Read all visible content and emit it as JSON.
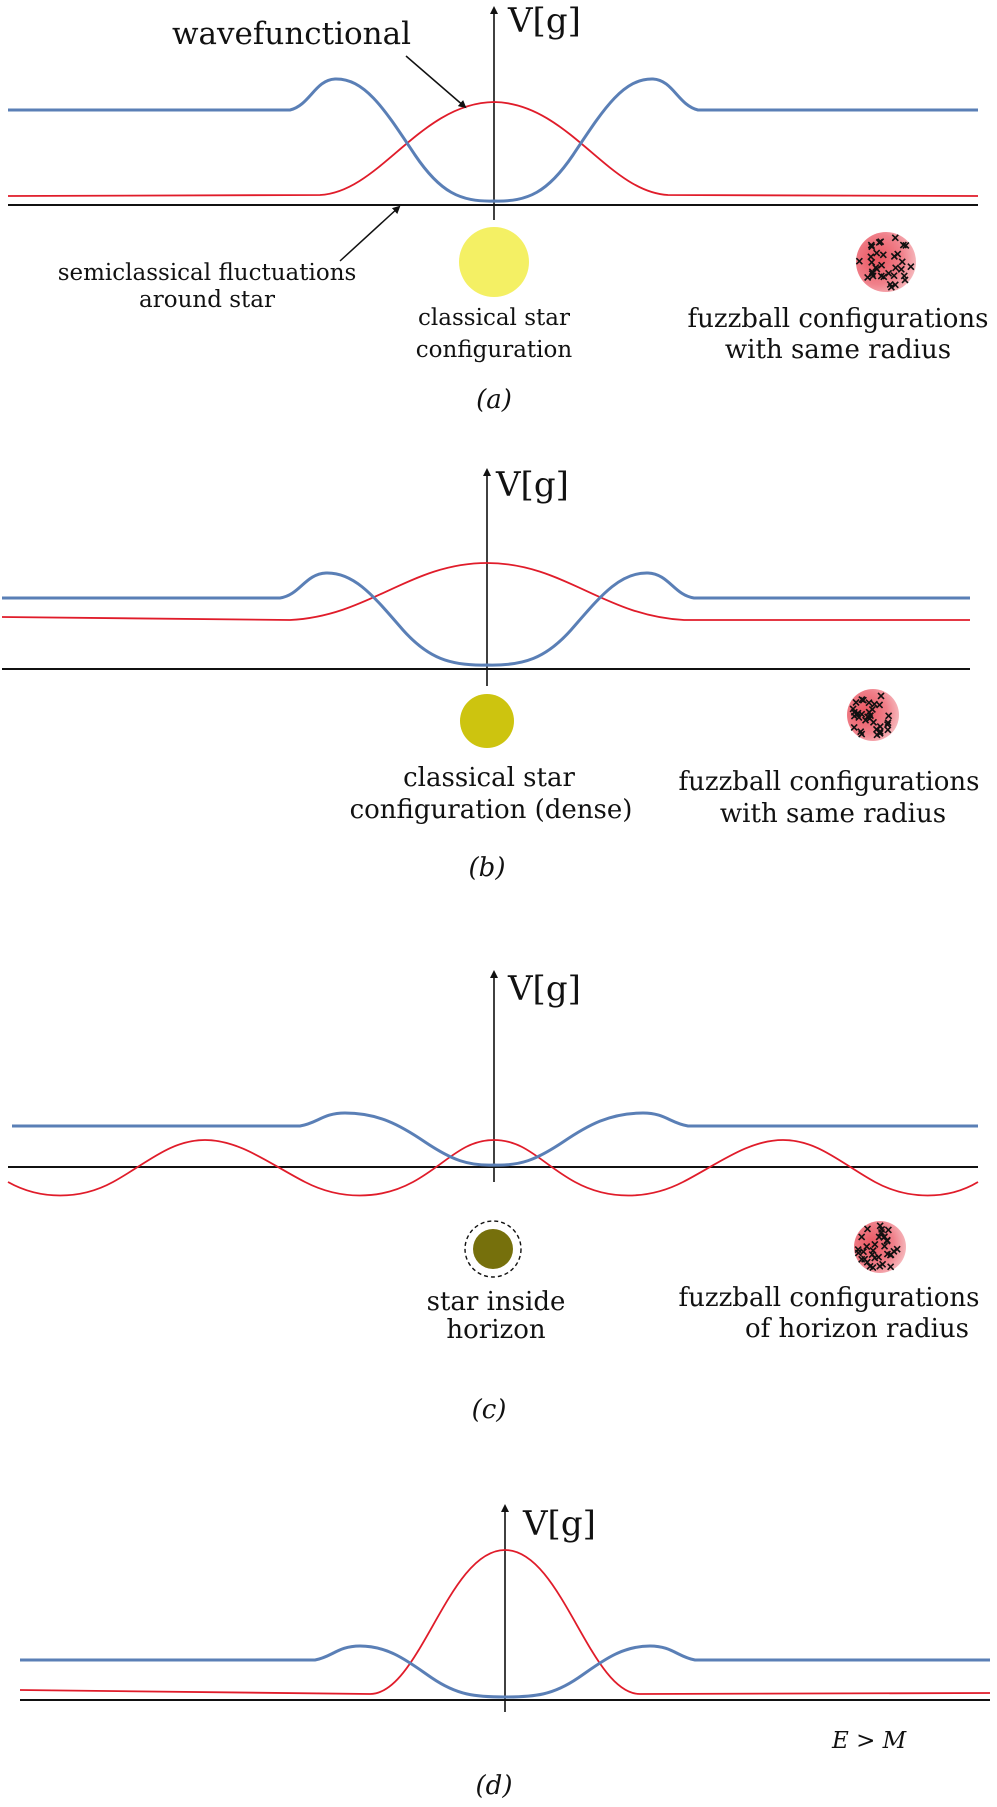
{
  "colors": {
    "blue_curve": "#5a7fb6",
    "red_curve": "#e01c2a",
    "star_classical": "#f4f064",
    "star_dense": "#cdc40f",
    "star_horizon": "#76700c",
    "fuzzball": "#f0808a"
  },
  "icons": {
    "axis_arrow": "arrow-up",
    "fuzzball_mark": "cross-mark"
  },
  "panels": [
    {
      "axis_label": "V[g]",
      "caption": "(a)",
      "star_label": [
        "classical star",
        "configuration"
      ],
      "fuzz_label": [
        "fuzzball configurations",
        "with same radius"
      ],
      "wavefunctional_label": "wavefunctional",
      "fluct_label": [
        "semiclassical fluctuations",
        "around star"
      ]
    },
    {
      "axis_label": "V[g]",
      "caption": "(b)",
      "star_label": [
        "classical star",
        "configuration (dense)"
      ],
      "fuzz_label": [
        "fuzzball configurations",
        "with same radius"
      ]
    },
    {
      "axis_label": "V[g]",
      "caption": "(c)",
      "star_label": [
        "star inside",
        "horizon"
      ],
      "fuzz_label": [
        "fuzzball configurations",
        "of horizon radius"
      ]
    },
    {
      "axis_label": "V[g]",
      "caption": "(d)",
      "energy_label": "E > M"
    }
  ]
}
